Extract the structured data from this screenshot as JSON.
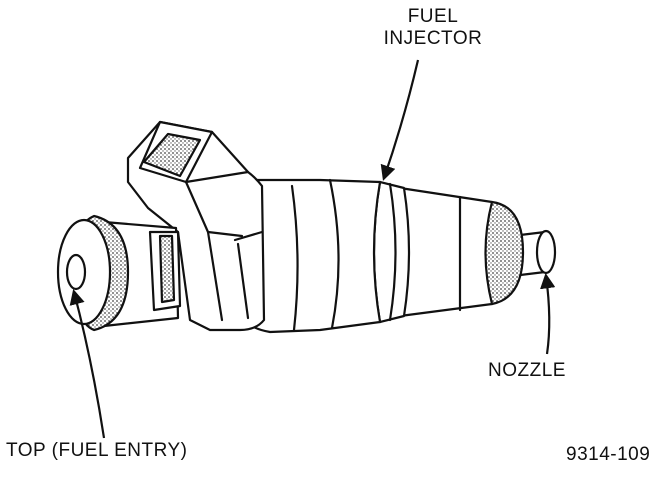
{
  "labels": {
    "fuel": "FUEL",
    "injector": "INJECTOR",
    "nozzle": "NOZZLE",
    "top": "TOP (FUEL ENTRY)",
    "figure_number": "9314-109"
  },
  "colors": {
    "ink": "#111111",
    "paper": "#ffffff",
    "stipple": "#9a9a9a"
  }
}
